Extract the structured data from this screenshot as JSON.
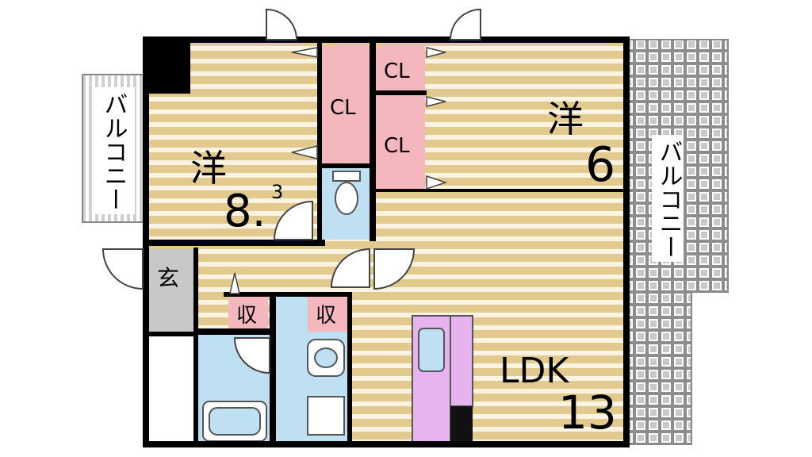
{
  "floorplan": {
    "rooms": [
      {
        "id": "western_left",
        "type_label": "洋",
        "size": "8.",
        "size_sup": "3"
      },
      {
        "id": "western_right",
        "type_label": "洋",
        "size": "6"
      },
      {
        "id": "ldk",
        "type_label": "LDK",
        "size": "13"
      }
    ],
    "closets": [
      "CL",
      "CL",
      "CL"
    ],
    "entrance_label": "玄",
    "storage_labels": [
      "収",
      "収"
    ],
    "balcony_left_label": "バルコニー",
    "balcony_right_label": "バルコニー"
  },
  "colors": {
    "floor_stripe_a": "#e2c98e",
    "floor_stripe_b": "#fbf3e2",
    "closet": "#f4b7be",
    "wet_area": "#bfe0f2",
    "kitchen": "#e6b3ee",
    "balcony": "#9a9a9a",
    "entrance": "#c8c8c8",
    "wall": "#000000"
  }
}
